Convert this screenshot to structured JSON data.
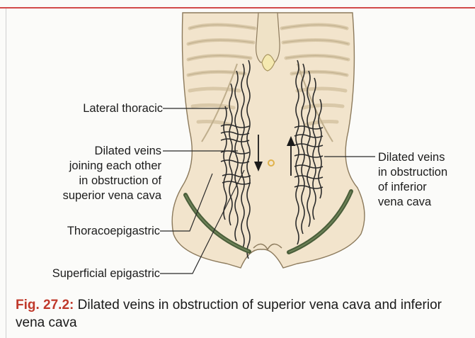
{
  "labels": {
    "lateral_thoracic": "Lateral thoracic",
    "dilated_svc": [
      "Dilated veins",
      "joining each other",
      "in obstruction of",
      "superior vena cava"
    ],
    "thoracoepigastric": "Thoracoepigastric",
    "superficial_epigastric": "Superficial epigastric",
    "dilated_ivc": [
      "Dilated veins",
      "in obstruction",
      "of inferior",
      "vena cava"
    ]
  },
  "caption": {
    "number": "Fig. 27.2:",
    "text": " Dilated veins in obstruction of superior vena cava and inferior vena cava"
  },
  "colors": {
    "skin": "#f2e4cc",
    "outline": "#8c7a5c",
    "rib": "#d9c8a8",
    "vein": "#2a2a2a",
    "epigastric_vein": "#4a5e3a",
    "caption_number": "#c0392b",
    "umbilicus": "#e0b24a"
  },
  "arrows": {
    "left": "down",
    "right": "up"
  }
}
